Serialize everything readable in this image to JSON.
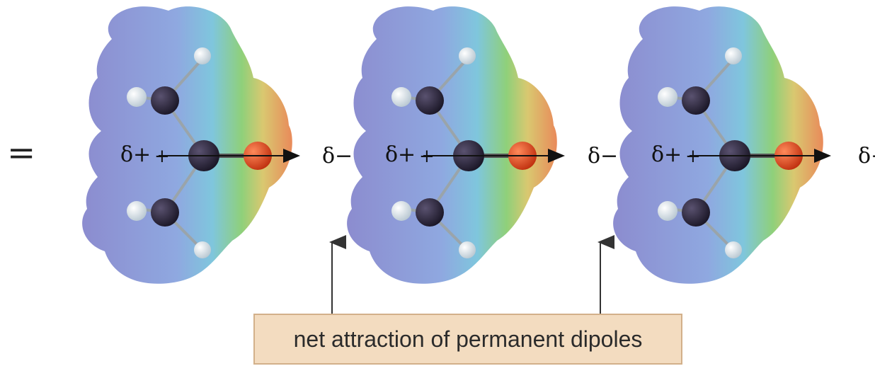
{
  "equals_sign": "=",
  "delta_plus": "δ+",
  "delta_minus": "δ−",
  "plus_tail": "+",
  "caption": "net attraction of permanent dipoles",
  "colors": {
    "surface_blue": "#8f8ed0",
    "surface_cyan": "#7fc6dd",
    "surface_green": "#8fd07a",
    "surface_orange": "#e98a5a",
    "carbon": "#1e1a2c",
    "oxygen": "#d9401a",
    "hydrogen": "#e6eef2",
    "caption_box": "#f3dcc0"
  },
  "molecules": [
    {
      "id": 1,
      "delta_minus_shown": true
    },
    {
      "id": 2,
      "delta_minus_shown": true
    },
    {
      "id": 3,
      "delta_minus_shown": true
    }
  ]
}
